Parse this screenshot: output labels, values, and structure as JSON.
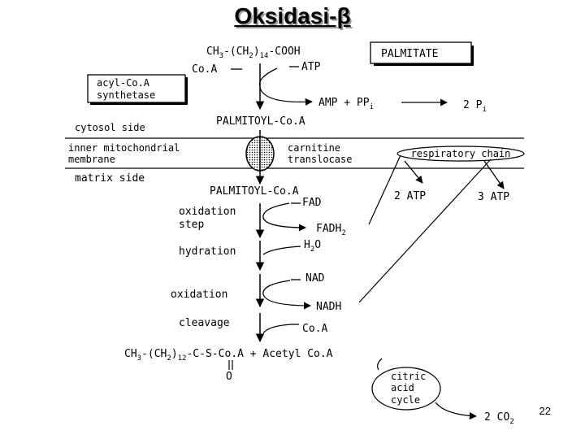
{
  "slide": {
    "title": "Oksidasi-β",
    "page_number": "22"
  },
  "diagram": {
    "substrate": {
      "prefix": "CH",
      "sub1": "3",
      "mid": "-(CH",
      "sub2": "2",
      "mid2": ")",
      "sub3": "14",
      "suffix": "-COOH"
    },
    "palmitate_label": "PALMITATE",
    "coa_input": "Co.A",
    "atp_input": "ATP",
    "enzyme_line1": "acyl-Co.A",
    "enzyme_line2": "synthetase",
    "amp_ppi": {
      "text": "AMP + PP",
      "sub": "i"
    },
    "two_pi": {
      "text": "2 P",
      "sub": "i"
    },
    "palmitoyl_coa_top": "PALMITOYL-Co.A",
    "cytosol_side": "cytosol side",
    "inner_membrane_line1": "inner mitochondrial",
    "inner_membrane_line2": "membrane",
    "carnitine_line1": "carnitine",
    "carnitine_line2": "translocase",
    "respiratory_chain": "respiratory chain",
    "matrix_side": "matrix side",
    "palmitoyl_coa_matrix": "PALMITOYL-Co.A",
    "fad": "FAD",
    "two_atp": "2 ATP",
    "three_atp": "3 ATP",
    "oxidation_step_line1": "oxidation",
    "oxidation_step_line2": "step",
    "fadh2": {
      "text": "FADH",
      "sub": "2"
    },
    "hydration": "hydration",
    "h2o": {
      "text": "H",
      "sub": "2",
      "suffix": "O"
    },
    "oxidation": "oxidation",
    "nad": "NAD",
    "nadh": "NADH",
    "cleavage": "cleavage",
    "coa_cleavage": "Co.A",
    "product": {
      "prefix": "CH",
      "sub1": "3",
      "mid": "-(CH",
      "sub2": "2",
      "mid2": ")",
      "sub3": "12",
      "suffix": "-C-S-Co.A + Acetyl Co.A"
    },
    "carbonyl_o": "O",
    "citric_line1": "citric",
    "citric_line2": "acid",
    "citric_line3": "cycle",
    "co2": {
      "text": "2 CO",
      "sub": "2"
    }
  }
}
